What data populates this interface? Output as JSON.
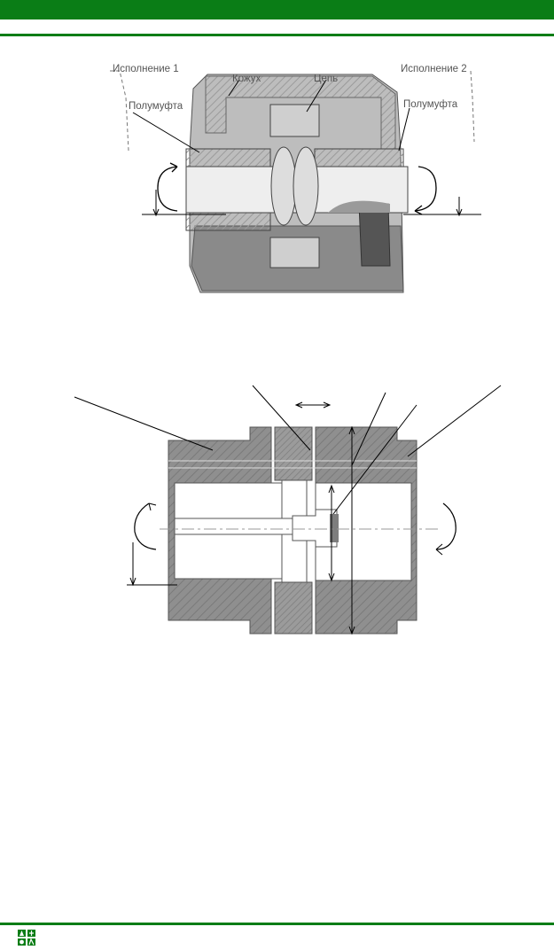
{
  "colors": {
    "header_green": "#0a7d16",
    "hatch_gray": "#8c8c8c",
    "body_gray": "#7d7d7d",
    "line": "#000000"
  },
  "header": {},
  "figure_top": {
    "labels": {
      "variant1": "Исполнение 1",
      "variant2": "Исполнение 2",
      "casing": "Кожух",
      "chain": "Цепь",
      "half_left": "Полумуфта",
      "half_right": "Полумуфта"
    }
  },
  "figure_bottom": {},
  "footer": {
    "logo_icon": "publisher-logo-icon"
  }
}
